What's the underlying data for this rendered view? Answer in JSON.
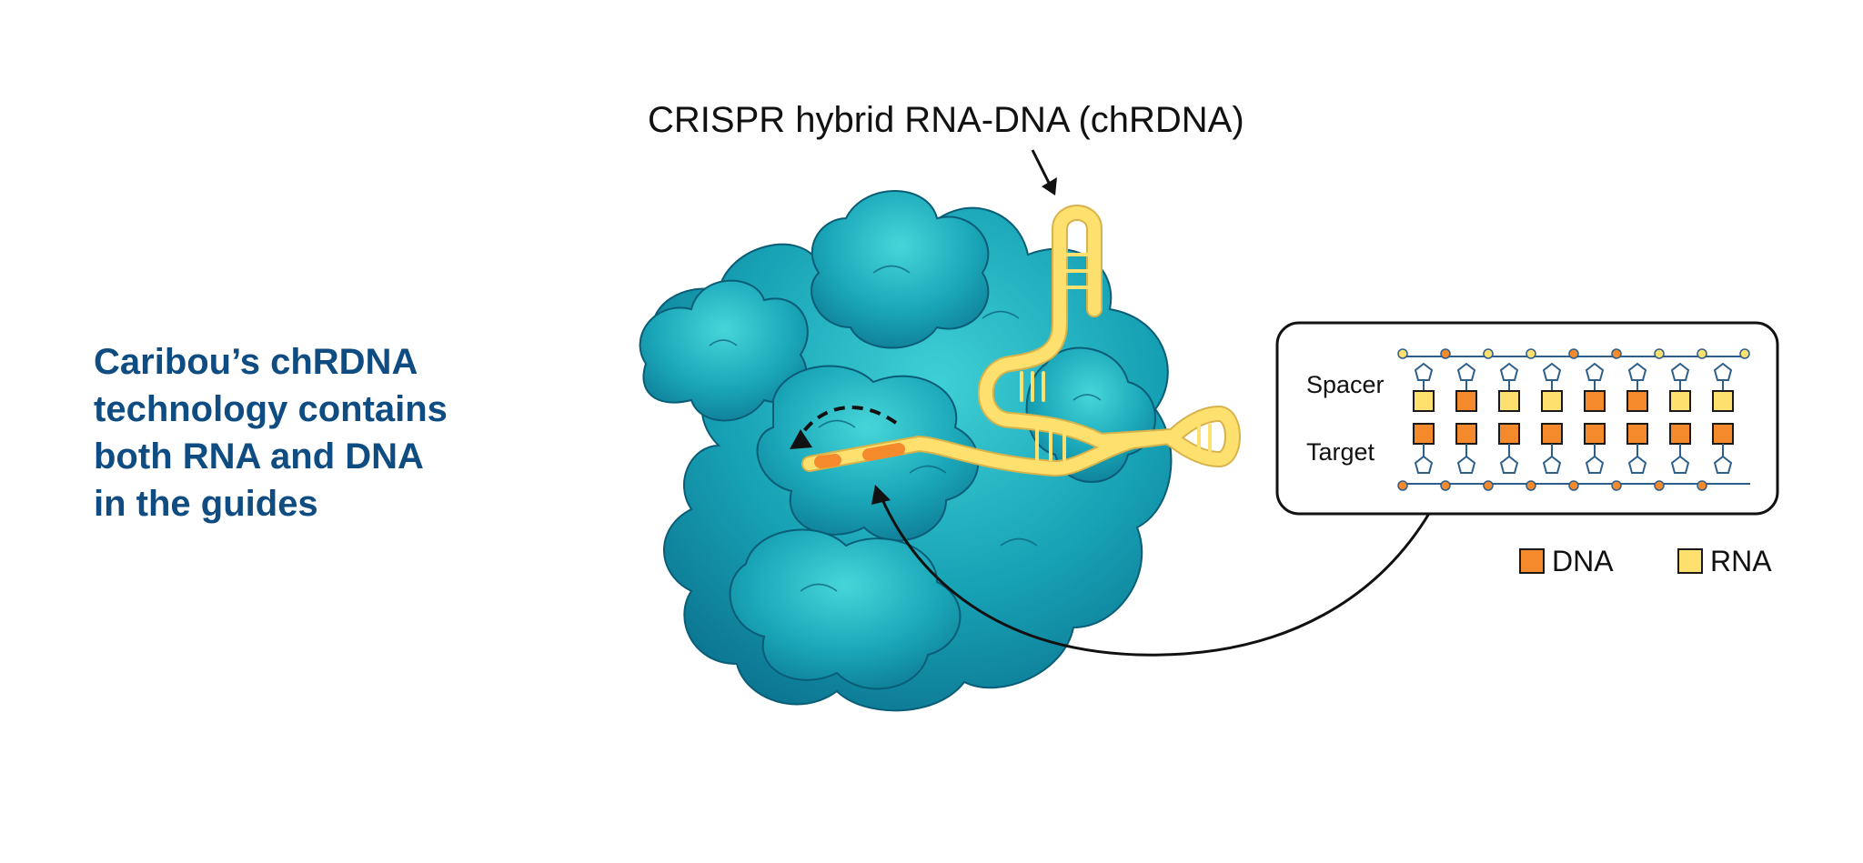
{
  "headline": {
    "lines": [
      "Caribou’s chRDNA",
      "technology contains",
      "both RNA and DNA",
      "in the guides"
    ]
  },
  "top_label": "CRISPR hybrid RNA-DNA (chRDNA)",
  "panel": {
    "spacer_label": "Spacer",
    "target_label": "Target",
    "spacer_pattern": [
      "RNA",
      "DNA",
      "RNA",
      "RNA",
      "DNA",
      "DNA",
      "RNA",
      "RNA"
    ],
    "target_pattern": [
      "DNA",
      "DNA",
      "DNA",
      "DNA",
      "DNA",
      "DNA",
      "DNA",
      "DNA"
    ]
  },
  "legend": [
    {
      "label": "DNA",
      "color": "#f58a2d"
    },
    {
      "label": "RNA",
      "color": "#fde06d"
    }
  ],
  "colors": {
    "headline": "#0f4c81",
    "protein_dark": "#0a6f8a",
    "protein_mid": "#1497ad",
    "protein_light": "#36c4cf",
    "guide": "#fde06d",
    "dna": "#f58a2d",
    "rna": "#fde06d",
    "backbone": "#2d5f8a"
  }
}
